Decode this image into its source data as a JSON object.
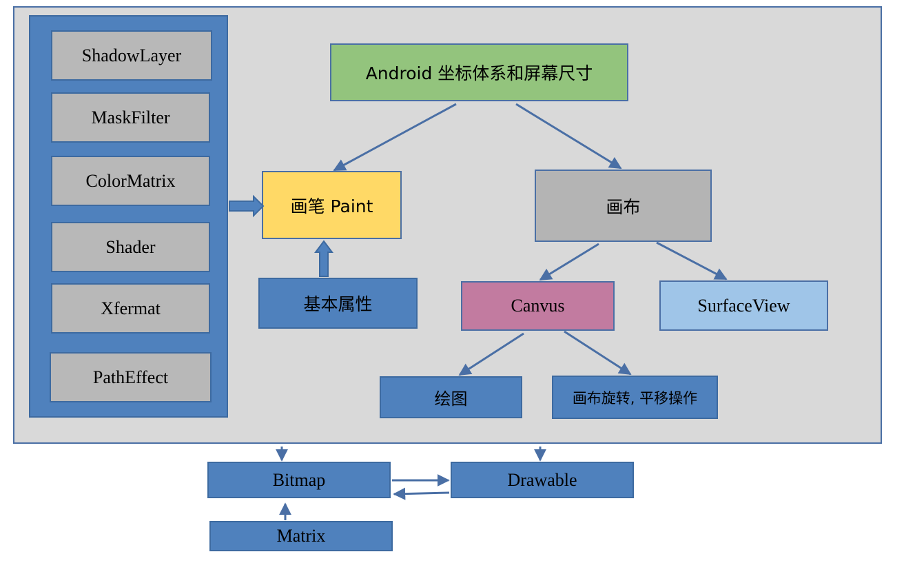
{
  "panel": {
    "items": [
      "ShadowLayer",
      "MaskFilter",
      "ColorMatrix",
      "Shader",
      "Xfermat",
      "PathEffect"
    ]
  },
  "nodes": {
    "root": "Android 坐标体系和屏幕尺寸",
    "paint": "画笔 Paint",
    "canvas_cn": "画布",
    "basic_attrs": "基本属性",
    "canvus": "Canvus",
    "surfaceview": "SurfaceView",
    "draw": "绘图",
    "canvas_ops": "画布旋转, 平移操作",
    "bitmap": "Bitmap",
    "drawable": "Drawable",
    "matrix": "Matrix"
  },
  "colors": {
    "background": "#d9d9d9",
    "panel_blue": "#4f81bd",
    "gray_box": "#b8b8b8",
    "root_green": "#93c47d",
    "paint_yellow": "#ffd966",
    "canvus_pink": "#c27ba0",
    "surfaceview_lightblue": "#9fc5e8",
    "canvas_gray": "#b4b4b4",
    "arrow": "#4a6fa5"
  }
}
